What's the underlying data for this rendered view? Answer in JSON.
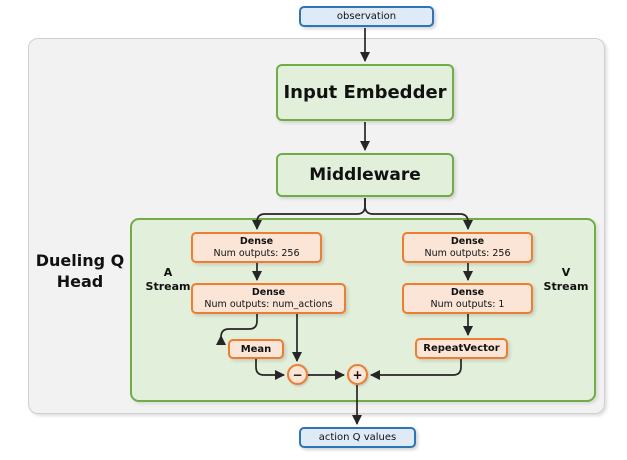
{
  "diagram": {
    "title_label": "Dueling Q Head",
    "colors": {
      "green_border": "#70ad47",
      "green_fill": "#e2efda",
      "orange_border": "#ed7d31",
      "orange_fill": "#fbe5d6",
      "blue_border": "#2e75b6",
      "blue_fill": "#deebf7",
      "outer_fill": "#f2f2f2",
      "arrow": "#262626"
    },
    "io": {
      "input_label": "observation",
      "output_label": "action Q values"
    },
    "backbone": {
      "embedder_label": "Input Embedder",
      "middleware_label": "Middleware"
    },
    "streams": {
      "advantage": {
        "stream_label_line1": "A",
        "stream_label_line2": "Stream",
        "layers": [
          {
            "name": "Dense",
            "detail": "Num outputs: 256"
          },
          {
            "name": "Dense",
            "detail": "Num outputs: num_actions"
          }
        ],
        "reduce_label": "Mean",
        "op_symbol": "−",
        "op_name": "subtract"
      },
      "value": {
        "stream_label_line1": "V",
        "stream_label_line2": "Stream",
        "layers": [
          {
            "name": "Dense",
            "detail": "Num outputs: 256"
          },
          {
            "name": "Dense",
            "detail": "Num outputs: 1"
          }
        ],
        "expand_label": "RepeatVector",
        "op_symbol": "+",
        "op_name": "add"
      }
    }
  }
}
